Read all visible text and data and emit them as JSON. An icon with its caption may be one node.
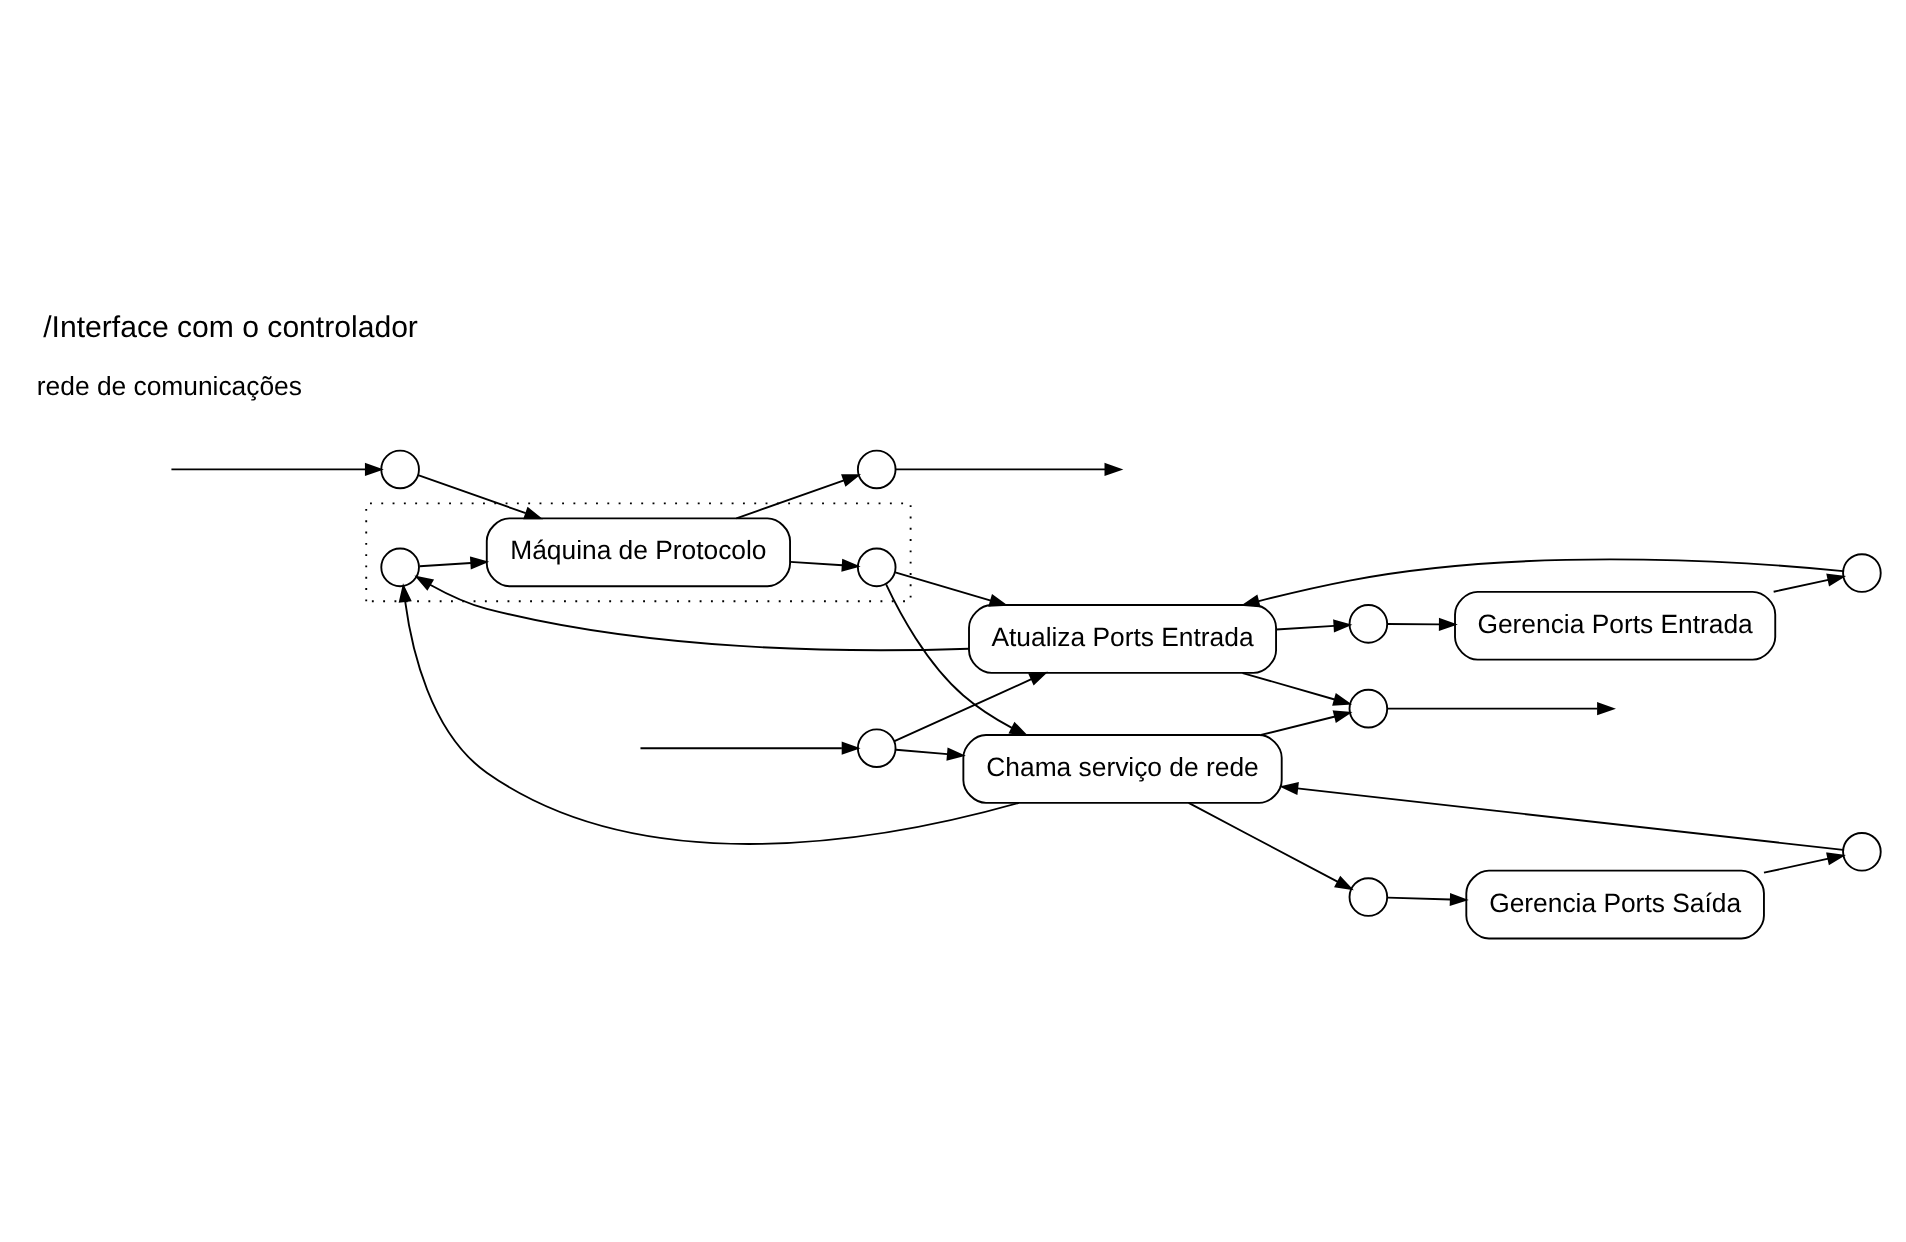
{
  "diagram": {
    "title": "/Interface com o controlador",
    "nodes": [
      {
        "text": [],
        "shape": "circle"
      },
      {
        "text": [],
        "shape": "circle"
      },
      {
        "text": [
          "Gerencia Ports Entrada"
        ]
      },
      {
        "text": [],
        "shape": "circle"
      },
      {
        "text": [],
        "shape": "circle"
      },
      {
        "text": [
          "Gerencia Ports Saída"
        ]
      },
      {
        "text": [],
        "shape": "circle"
      },
      {
        "text": [
          "Atualiza Ports Entrada"
        ]
      },
      {
        "text": [],
        "shape": "circle"
      },
      {
        "text": [
          "Chama serviço de rede"
        ]
      },
      {
        "text": [],
        "shape": "box"
      },
      {
        "text": [],
        "shape": "circle",
        "in": 10
      },
      {
        "text": [
          "Máquina de Protocolo"
        ],
        "in": 10
      },
      {
        "text": [],
        "shape": "circle",
        "in": 10
      },
      {
        "text": [],
        "shape": "circle"
      },
      {
        "text": [],
        "shape": "circle"
      }
    ],
    "edges": [
      {
        "from": null,
        "to": 0,
        "arrow": "to"
      },
      {
        "from": 0,
        "to": 7,
        "arrow": "to"
      },
      {
        "from": 0,
        "to": 9,
        "arrow": "to"
      },
      {
        "from": 7,
        "to": 1,
        "arrow": "to"
      },
      {
        "from": 1,
        "to": 2,
        "arrow": "to"
      },
      {
        "from": 2,
        "to": 3,
        "arrow": "to"
      },
      {
        "from": 3,
        "to": 7,
        "arrow": "to"
      },
      {
        "from": 7,
        "to": 8,
        "arrow": "to"
      },
      {
        "from": 7,
        "to": 11,
        "arrow": "to"
      },
      {
        "from": 9,
        "to": 4,
        "arrow": "to"
      },
      {
        "from": 4,
        "to": 5,
        "arrow": "to"
      },
      {
        "from": 5,
        "to": 6,
        "arrow": "to"
      },
      {
        "from": 6,
        "to": 9,
        "arrow": "to"
      },
      {
        "from": 9,
        "to": 8,
        "arrow": "to"
      },
      {
        "from": 8,
        "to": null,
        "arrow": "to"
      },
      {
        "from": 9,
        "to": 11,
        "arrow": "to"
      },
      {
        "from": 11,
        "to": 12,
        "arrow": "to"
      },
      {
        "from": 12,
        "to": 13,
        "arrow": "to"
      },
      {
        "from": 13,
        "to": 7,
        "arrow": "to"
      },
      {
        "from": 13,
        "to": 9,
        "arrow": "to"
      },
      {
        "from": 12,
        "to": 14,
        "arrow": "to"
      },
      {
        "from": 14,
        "to": null,
        "arrow": "to"
      },
      {
        "from": null,
        "to": 15,
        "arrow": "to"
      },
      {
        "from": 15,
        "to": 12,
        "arrow": "to"
      }
    ],
    "labels": [
      "rede de comunicações"
    ]
  }
}
